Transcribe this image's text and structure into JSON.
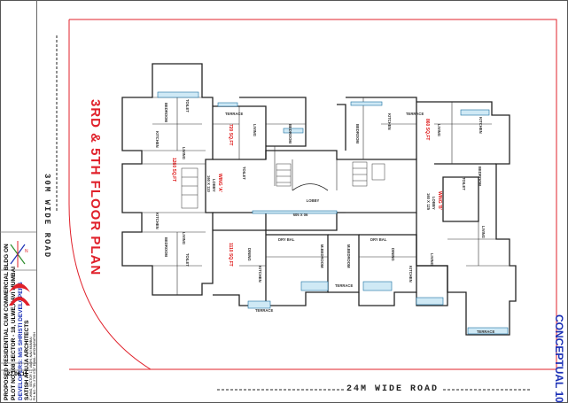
{
  "title_block": {
    "project_line_1": "PROPOSED RESIDENTIAL CUM COMMERCIAL  BLDG ON",
    "project_line_2": "PLOT NO.108 SECTOR - 18, ULWE,NAVI MUMBAI",
    "developers": "DEVELOPERS: M/S  SHRISTI DEVELOPERS",
    "architect_name": "SATISH AHUJA ARCHITECTS",
    "architect_address_1": "C-WING, SECTOR 17, VASHI, NAVI MUMBAI",
    "architect_address_2": "PH. NO.:TEL 2765 0747 EMAIL: ARCH@SATISH",
    "date": "22.06.11"
  },
  "roads": {
    "left_road": "30M WIDE ROAD",
    "bottom_road": "24M WIDE ROAD"
  },
  "plan_title": "3RD & 5TH FLOOR PLAN",
  "sheet_label": "CONCEPTUAL 10",
  "room_labels": {
    "lobby": "LOBBY",
    "lobby_dim": "90 X 505",
    "wing_a": "WING 'A'",
    "wing_a_lobby": "LOBBY",
    "wing_a_lobby_dim": "160 X 110",
    "wing_b": "WING 'B'",
    "wing_b_lobby": "LOBBY",
    "wing_b_lobby_dim": "160 X 125",
    "terrace": "TERRACE",
    "bedroom": "BEDROOM",
    "m_bedroom": "M.BEDROOM",
    "kitchen": "KITCHEN",
    "living": "LIVING",
    "toilet": "TOILET",
    "dry_bal": "DRY BAL",
    "dining": "DINING",
    "flat_area_1": "720 SQ.FT",
    "flat_area_2": "1260 SQ.FT",
    "flat_area_3": "1110 SQ.FT",
    "flat_area_4": "860 SQ.FT"
  }
}
